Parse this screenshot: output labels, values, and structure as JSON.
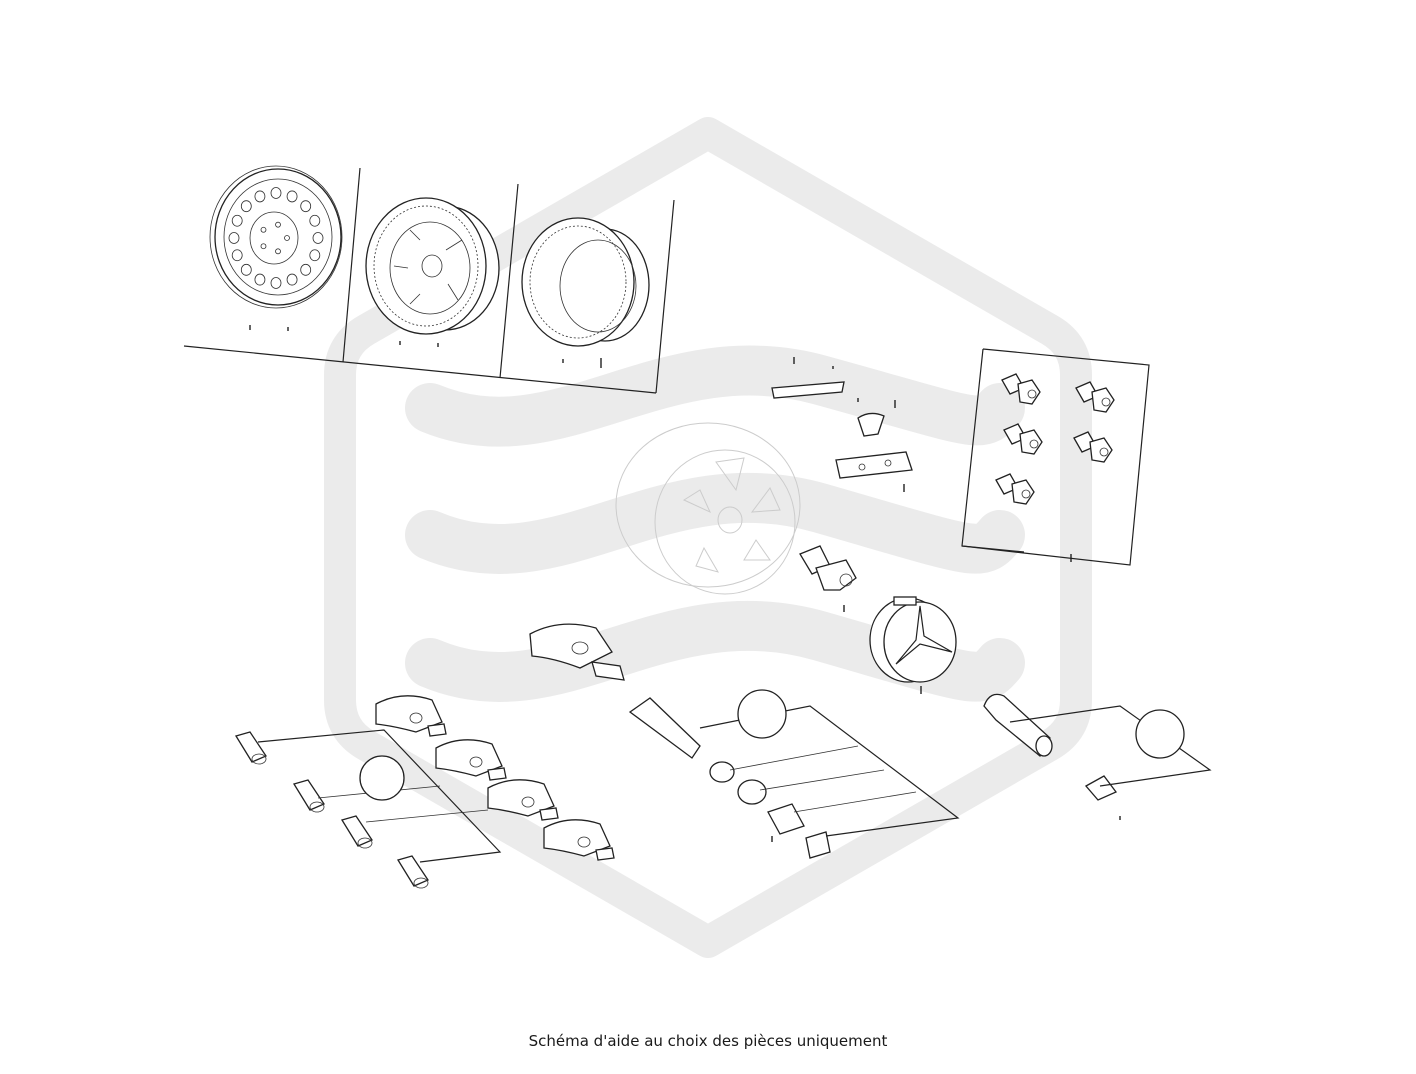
{
  "caption": "Schéma d'aide au choix des pièces uniquement",
  "watermark": {
    "color": "#ebebeb",
    "icon": "hexagon-wave-logo"
  },
  "parts": [
    "steel-wheel",
    "alloy-wheel",
    "complete-wheel-with-tire",
    "wheel-weight-strip",
    "weight-clip",
    "adhesive-weight",
    "wheel-bolt-set",
    "wheel-bolt",
    "star-hub-cap",
    "tpms-sensor",
    "tpms-sensor-set",
    "tpms-valve-kit",
    "rubber-snap-in-valve"
  ]
}
